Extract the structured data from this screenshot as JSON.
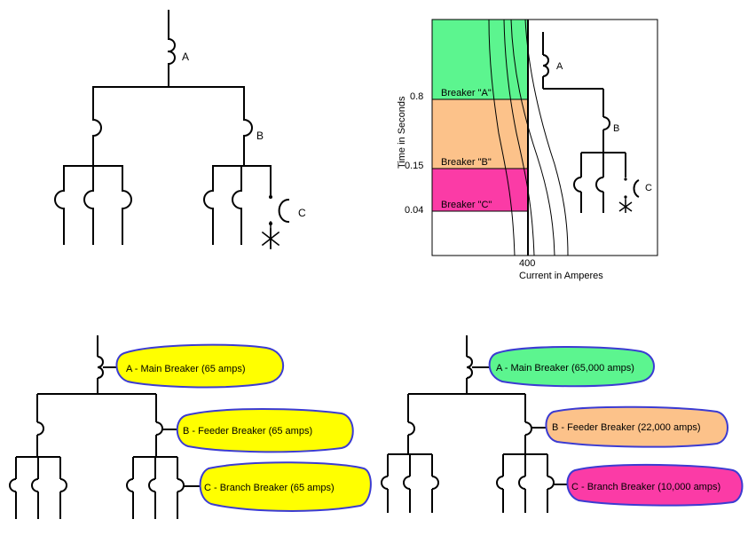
{
  "colors": {
    "zone_a": "#5cf58f",
    "zone_b": "#fcc28a",
    "zone_c": "#fb3ba6",
    "bubble_yellow": "#ffff00",
    "bubble_green": "#5cf58f",
    "bubble_orange": "#fcc28a",
    "bubble_pink": "#fb3ba6",
    "bubble_outline": "#3b3bd2"
  },
  "diagram1": {
    "label_a": "A",
    "label_b": "B",
    "label_c": "C"
  },
  "chart": {
    "ylabel": "Time in Seconds",
    "xlabel": "Current in Amperes",
    "x_tick": "400",
    "y_ticks": [
      "0.8",
      "0.15",
      "0.04"
    ],
    "zones": [
      "Breaker \"A\"",
      "Breaker \"B\"",
      "Breaker \"C\""
    ],
    "label_a": "A",
    "label_b": "B",
    "label_c": "C"
  },
  "diagram3": {
    "callout_a": "A - Main Breaker (65        amps)",
    "callout_b": "B - Feeder Breaker (65        amps)",
    "callout_c": "C - Branch Breaker (65        amps)"
  },
  "diagram4": {
    "callout_a": "A - Main Breaker (65,000 amps)",
    "callout_b": "B - Feeder Breaker (22,000 amps)",
    "callout_c": "C - Branch Breaker (10,000 amps)"
  }
}
